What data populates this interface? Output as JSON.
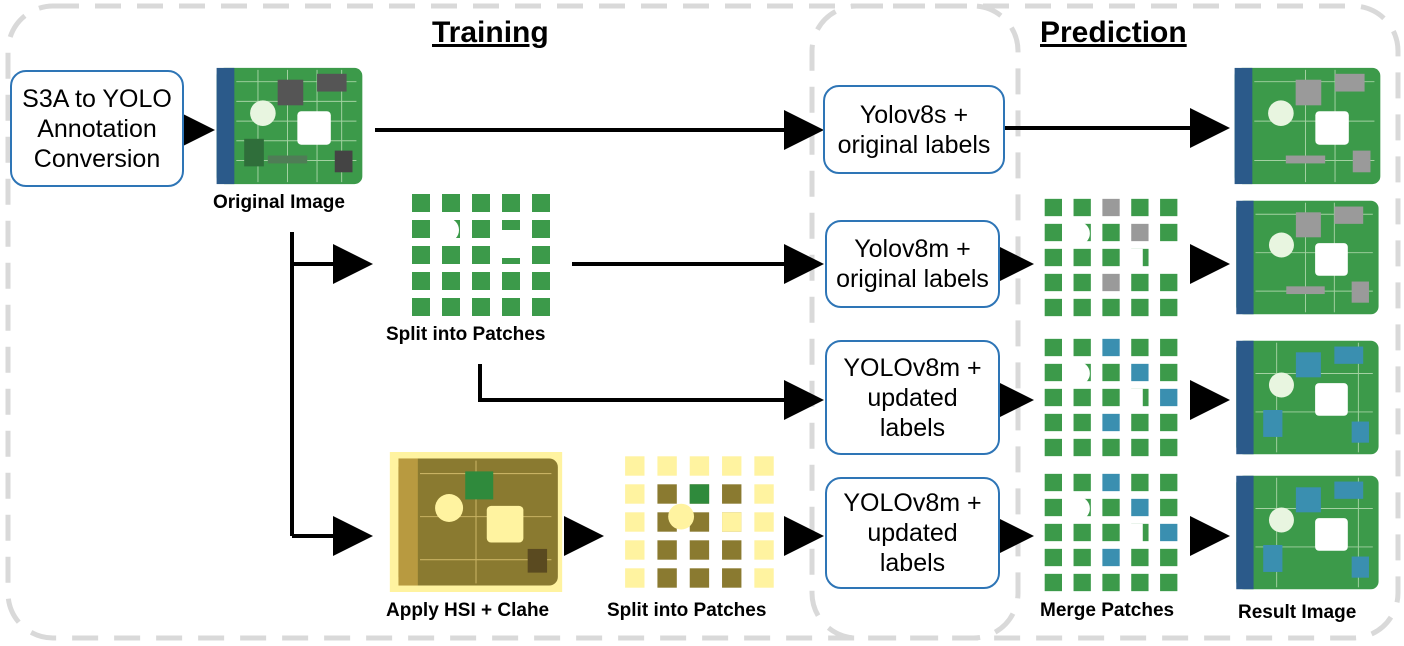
{
  "sections": {
    "training": "Training",
    "prediction": "Prediction"
  },
  "boxes": {
    "conversion": "S3A to YOLO\nAnnotation\nConversion",
    "model1": "Yolov8s +\noriginal labels",
    "model2": "Yolov8m +\noriginal labels",
    "model3": "YOLOv8m +\nupdated\nlabels",
    "model4": "YOLOv8m +\nupdated\nlabels"
  },
  "captions": {
    "original": "Original Image",
    "split1": "Split into Patches",
    "hsi": "Apply HSI + Clahe",
    "split2": "Split into Patches",
    "merge": "Merge Patches",
    "result": "Result Image"
  },
  "colors": {
    "box_border": "#2e75b6",
    "dashed_border": "#d9d9d9",
    "pcb_green": "#3c9a4a",
    "pcb_enhanced_bg": "#fff3a0",
    "component_blue": "#3a8fb0",
    "component_gray": "#9a9a9a"
  }
}
